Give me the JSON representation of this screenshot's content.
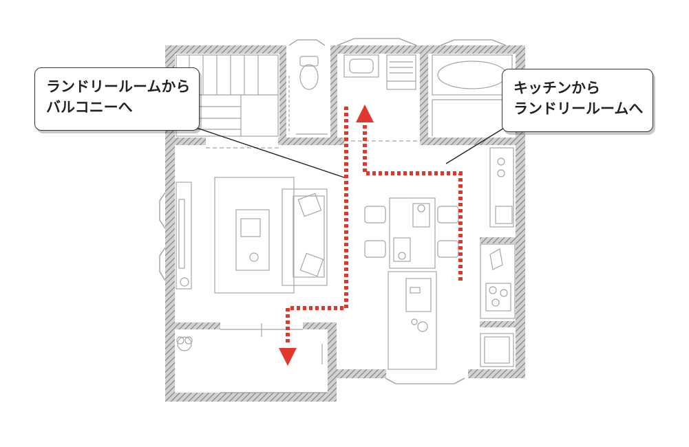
{
  "callouts": {
    "left": {
      "line1": "ランドリールームから",
      "line2": "バルコニーへ"
    },
    "right": {
      "line1": "キッチンから",
      "line2": "ランドリールームへ"
    }
  },
  "colors": {
    "route": "#e0362c",
    "wall": "#8a8a8a",
    "furniture": "#9a9a9a",
    "leader": "#222222"
  },
  "icons": [
    "stairs-icon",
    "toilet-icon",
    "sink-icon",
    "washing-machine-icon",
    "bathtub-icon",
    "sofa-icon",
    "coffee-table-icon",
    "tv-stand-icon",
    "plant-icon",
    "dining-table-icon",
    "chair-icon",
    "kitchen-island-icon",
    "stove-icon",
    "fridge-icon",
    "arrow-down-icon",
    "arrow-up-icon"
  ]
}
